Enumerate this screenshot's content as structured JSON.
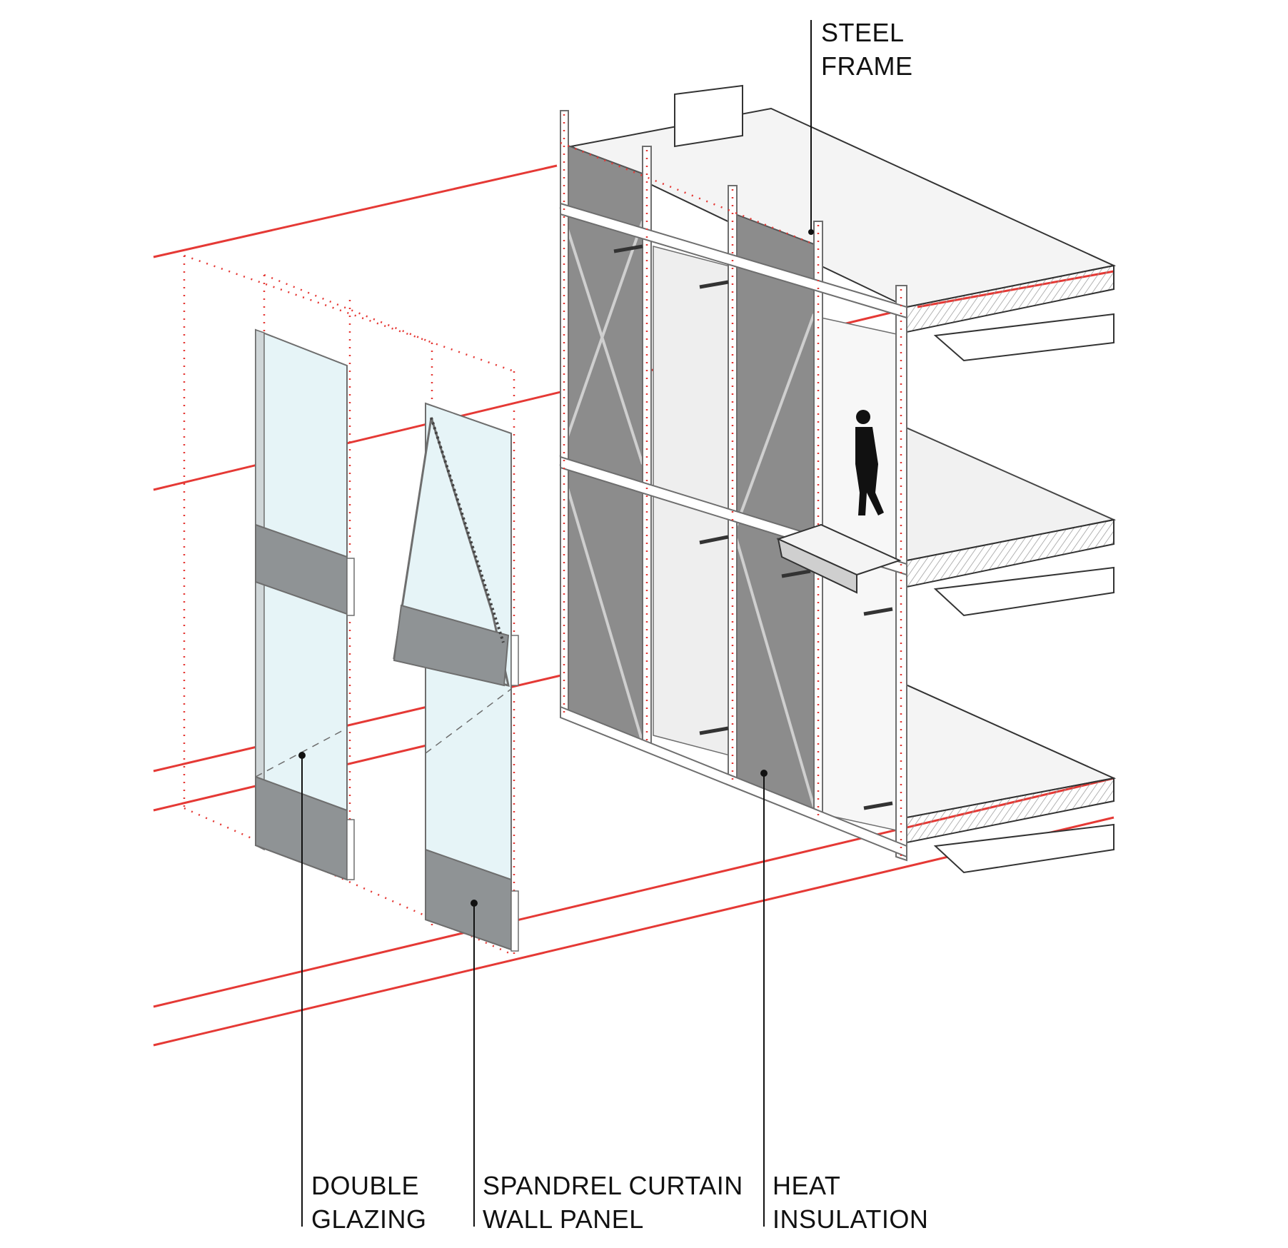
{
  "labels": {
    "steel_frame": {
      "line1": "STEEL",
      "line2": "FRAME"
    },
    "double_glazing": {
      "line1": "DOUBLE",
      "line2": "GLAZING"
    },
    "spandrel_panel": {
      "line1": "SPANDREL CURTAIN",
      "line2": "WALL PANEL"
    },
    "heat_insulation": {
      "line1": "HEAT",
      "line2": "INSULATION"
    }
  },
  "colors": {
    "alignment_line": "#e53935",
    "glass": "#e6f4f7",
    "spandrel": "#8f9395",
    "insulation": "#8c8c8c",
    "slab": "#f4f4f4",
    "shadow": "#d6d6d6",
    "frame": "#6e6e6e"
  }
}
